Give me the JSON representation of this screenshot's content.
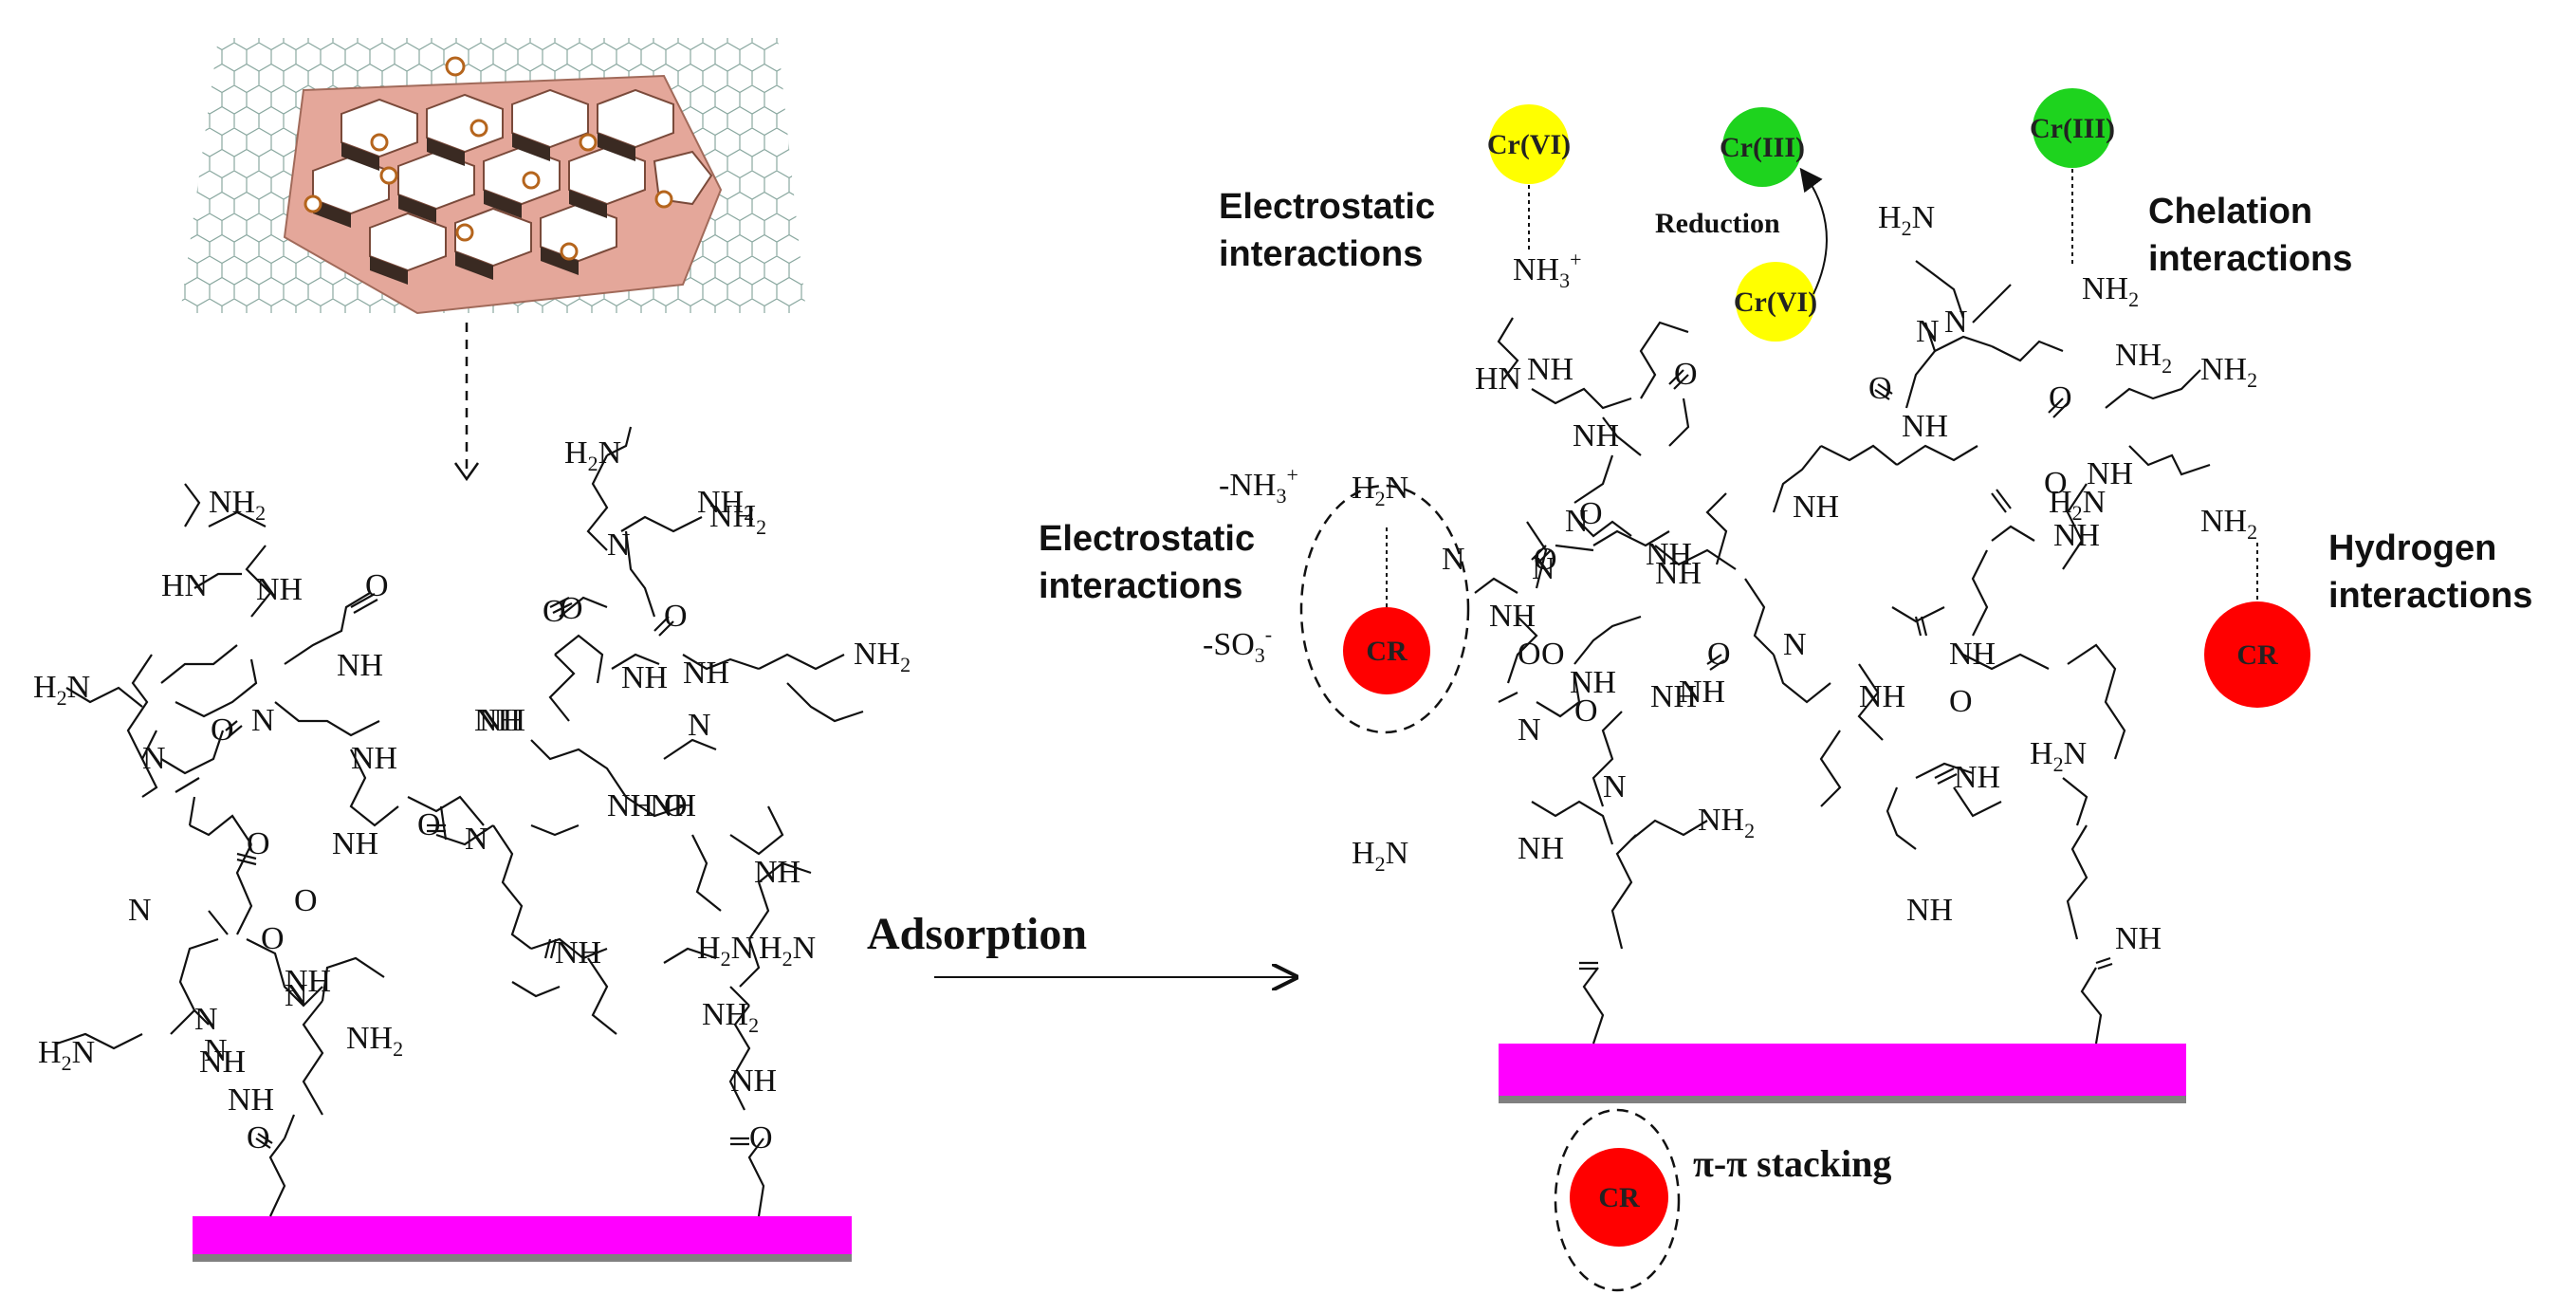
{
  "colors": {
    "substrate": "#ff00ff",
    "substrate_shadow": "#808080",
    "crvi": "#ffff00",
    "criii": "#1ed31e",
    "cr_dye": "#ff0000",
    "honeycomb": "#c68c70"
  },
  "icons": [
    "graphene-mof-composite",
    "down-arrow",
    "right-arrow",
    "curved-arrow"
  ],
  "adsorption_label": "Adsorption",
  "left_panel": {
    "atoms": [
      {
        "t": "NH2",
        "sub": "2"
      },
      {
        "t": "H2N",
        "sub": "2"
      },
      {
        "t": "NH2",
        "sub": "2"
      },
      {
        "t": "HN"
      },
      {
        "t": "NH"
      },
      {
        "t": "O"
      },
      {
        "t": "NH"
      },
      {
        "t": "H2N",
        "sub": "2"
      },
      {
        "t": "N"
      },
      {
        "t": "N"
      },
      {
        "t": "O"
      },
      {
        "t": "NH"
      },
      {
        "t": "NH"
      },
      {
        "t": "O"
      },
      {
        "t": "N"
      },
      {
        "t": "O"
      },
      {
        "t": "NH"
      },
      {
        "t": "N"
      },
      {
        "t": "NH2"
      },
      {
        "t": "H2N"
      },
      {
        "t": "NH"
      },
      {
        "t": "N"
      },
      {
        "t": "O"
      },
      {
        "t": "N"
      },
      {
        "t": "O"
      },
      {
        "t": "NH"
      },
      {
        "t": "O"
      },
      {
        "t": "N"
      },
      {
        "t": "NH2"
      },
      {
        "t": "NH"
      },
      {
        "t": "NH2"
      },
      {
        "t": "O"
      },
      {
        "t": "NH"
      },
      {
        "t": "NH"
      },
      {
        "t": "N"
      },
      {
        "t": "O"
      },
      {
        "t": "NH"
      },
      {
        "t": "O"
      },
      {
        "t": "NH"
      },
      {
        "t": "H2N"
      },
      {
        "t": "NH"
      },
      {
        "t": "N"
      },
      {
        "t": "NH2"
      },
      {
        "t": "H2N"
      },
      {
        "t": "NH"
      },
      {
        "t": "NH"
      },
      {
        "t": "O"
      },
      {
        "t": "NH"
      },
      {
        "t": "O"
      }
    ]
  },
  "right_panel": {
    "electrostatic_top": "Electrostatic\ninteractions",
    "electrostatic_left": "Electrostatic\ninteractions",
    "chelation": "Chelation\ninteractions",
    "hydrogen": "Hydrogen\ninteractions",
    "reduction": "Reduction",
    "pi_stacking": "π-π stacking",
    "crvi_label": "Cr(VI)",
    "criii_label": "Cr(III)",
    "cr_dye_label": "CR",
    "nh3_plus": "NH3+",
    "neg_nh3": "-NH3+",
    "neg_so3": "-SO3-"
  }
}
